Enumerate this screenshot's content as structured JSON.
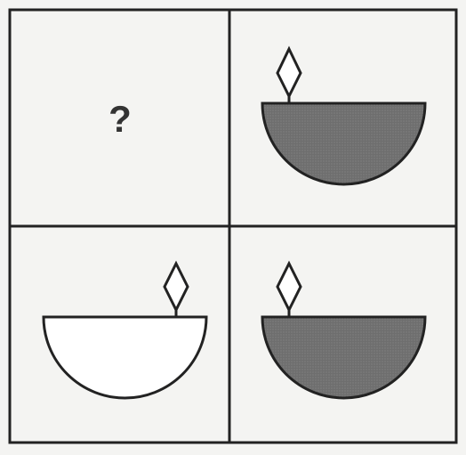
{
  "question_mark": "?",
  "colors": {
    "background": "#f4f4f2",
    "grid_line": "#222222",
    "shape_outline": "#222222",
    "shaded_fill": "#6e6e6e",
    "unshaded_fill": "#ffffff"
  },
  "cells": [
    {
      "position": "top-left",
      "content": "question-mark"
    },
    {
      "position": "top-right",
      "content": "bowl-with-flame",
      "shaded": true,
      "flame_side": "left"
    },
    {
      "position": "bottom-left",
      "content": "bowl-with-flame",
      "shaded": false,
      "flame_side": "right"
    },
    {
      "position": "bottom-right",
      "content": "bowl-with-flame",
      "shaded": true,
      "flame_side": "left"
    }
  ]
}
